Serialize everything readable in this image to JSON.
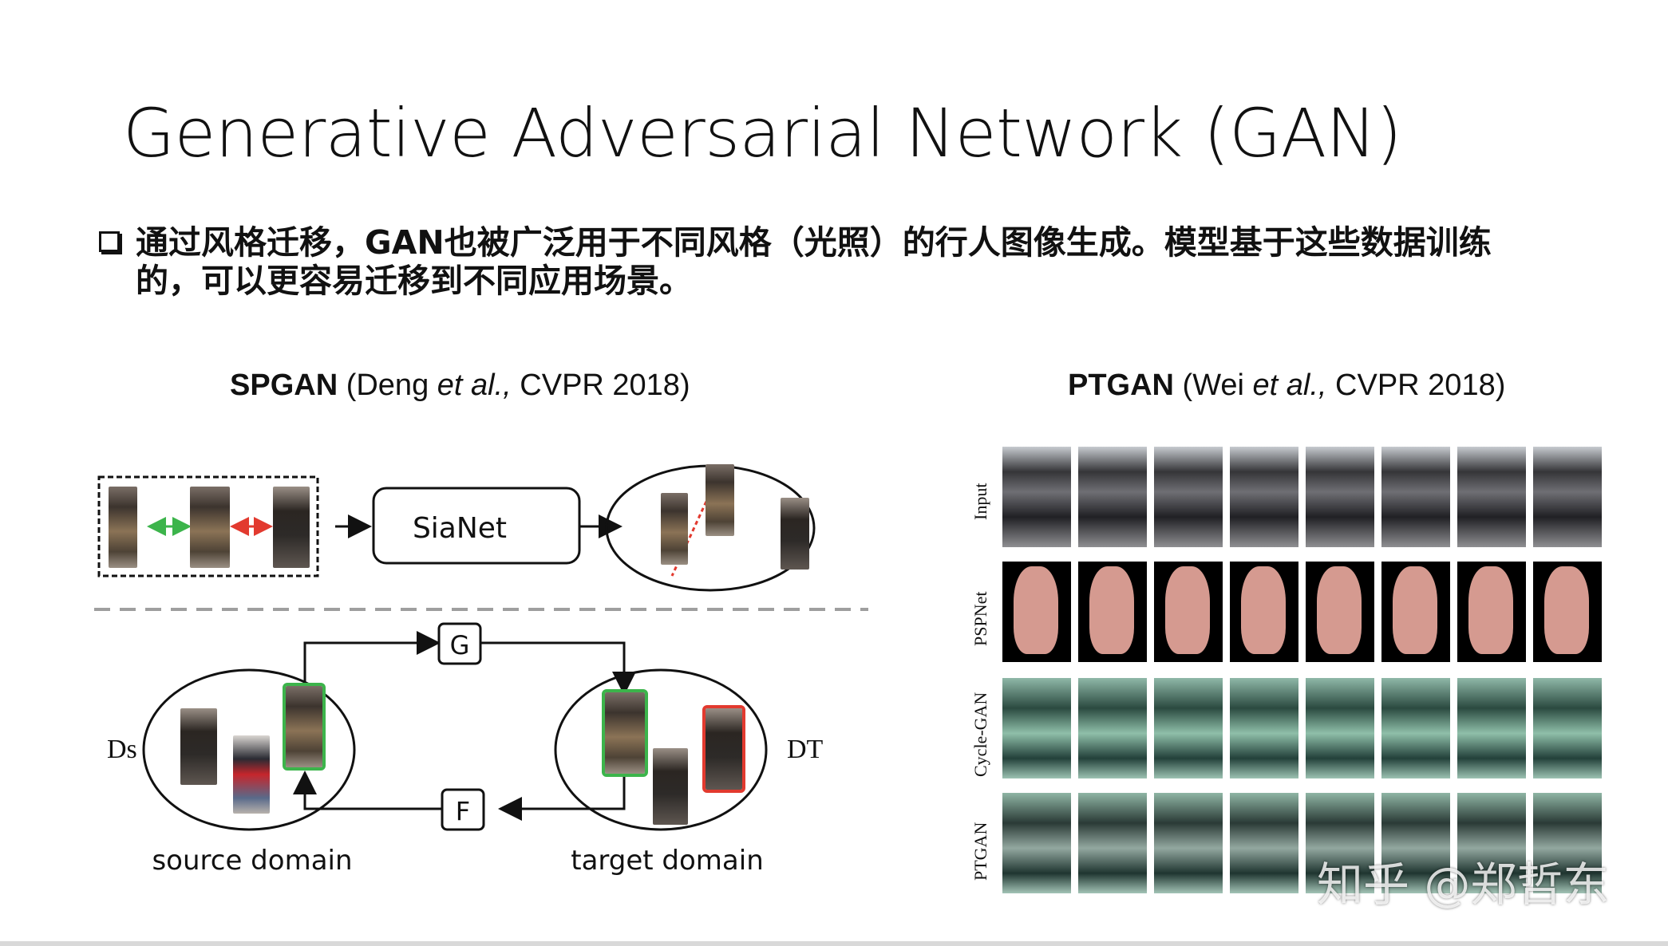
{
  "slide": {
    "title": "Generative Adversarial Network (GAN)",
    "bullet_text": "通过风格迁移，GAN也被广泛用于不同风格（光照）的行人图像生成。模型基于这些数据训练的，可以更容易迁移到不同应用场景。"
  },
  "left_panel": {
    "caption_bold": "SPGAN",
    "caption_open": " (Deng ",
    "caption_italic": "et al.,",
    "caption_close": " CVPR 2018)",
    "sianet_label": "SiaNet",
    "g_label": "G",
    "f_label": "F",
    "ds_label": "Ds",
    "dt_label": "DT",
    "source_label": "source domain",
    "target_label": "target domain",
    "colors": {
      "green": "#3cb44b",
      "red": "#e23a2f",
      "dash": "#9e9e9e"
    }
  },
  "right_panel": {
    "caption_bold": "PTGAN",
    "caption_open": "  (Wei ",
    "caption_italic": "et al.,",
    "caption_close": " CVPR 2018)",
    "row_labels": [
      "Input",
      "PSPNet",
      "Cycle-GAN",
      "PTGAN"
    ]
  },
  "watermark": "知乎 @郑哲东"
}
